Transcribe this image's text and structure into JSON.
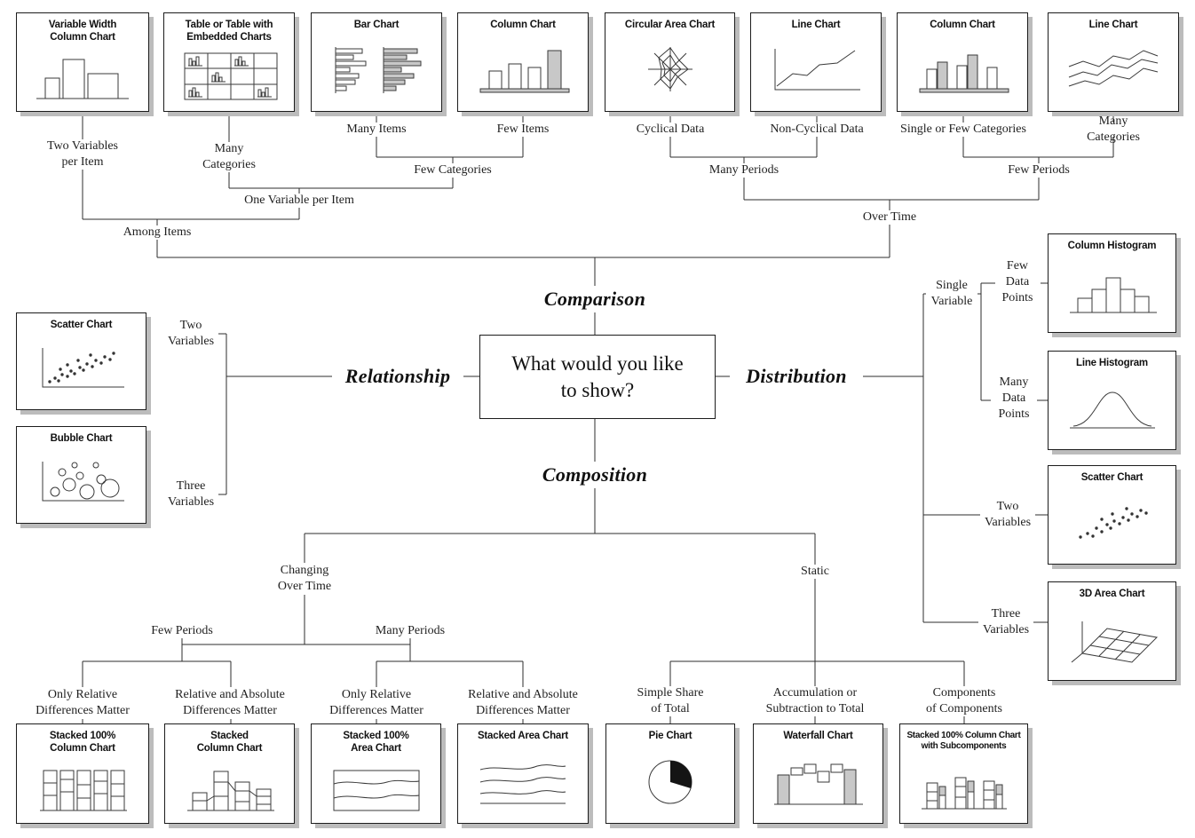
{
  "center": {
    "question": "What would you like\nto show?"
  },
  "branches": {
    "comparison": "Comparison",
    "relationship": "Relationship",
    "distribution": "Distribution",
    "composition": "Composition"
  },
  "charts": {
    "a1": {
      "title": "Variable Width\nColumn Chart"
    },
    "a2": {
      "title": "Table or Table with\nEmbedded Charts"
    },
    "a3": {
      "title": "Bar Chart"
    },
    "a4": {
      "title": "Column Chart"
    },
    "a5": {
      "title": "Circular Area Chart"
    },
    "a6": {
      "title": "Line Chart"
    },
    "a7": {
      "title": "Column Chart"
    },
    "a8": {
      "title": "Line Chart"
    },
    "b1": {
      "title": "Scatter Chart"
    },
    "b2": {
      "title": "Bubble Chart"
    },
    "c1": {
      "title": "Column Histogram"
    },
    "c2": {
      "title": "Line Histogram"
    },
    "c3": {
      "title": "Scatter Chart"
    },
    "c4": {
      "title": "3D Area Chart"
    },
    "d1": {
      "title": "Stacked 100%\nColumn Chart"
    },
    "d2": {
      "title": "Stacked\nColumn Chart"
    },
    "d3": {
      "title": "Stacked 100%\nArea Chart"
    },
    "d4": {
      "title": "Stacked Area Chart"
    },
    "d5": {
      "title": "Pie Chart"
    },
    "d6": {
      "title": "Waterfall Chart"
    },
    "d7": {
      "title": "Stacked 100% Column Chart\nwith Subcomponents"
    }
  },
  "labels": {
    "two_variables_per_item": "Two Variables\nper Item",
    "many_categories_top": "Many\nCategories",
    "many_items": "Many Items",
    "few_items": "Few Items",
    "cyclical_data": "Cyclical Data",
    "non_cyclical_data": "Non-Cyclical Data",
    "single_or_few_categories": "Single or Few Categories",
    "many_categories_right": "Many Categories",
    "few_categories": "Few Categories",
    "one_variable_per_item": "One Variable per Item",
    "among_items": "Among Items",
    "many_periods_top": "Many Periods",
    "few_periods_top": "Few Periods",
    "over_time": "Over Time",
    "two_variables_left": "Two\nVariables",
    "three_variables_left": "Three\nVariables",
    "single_variable": "Single\nVariable",
    "few_data_points": "Few\nData\nPoints",
    "many_data_points": "Many\nData\nPoints",
    "two_variables_right": "Two\nVariables",
    "three_variables_right": "Three\nVariables",
    "changing_over_time": "Changing\nOver Time",
    "static": "Static",
    "few_periods_bottom": "Few Periods",
    "many_periods_bottom": "Many Periods",
    "only_relative_diff_1": "Only Relative\nDifferences Matter",
    "relative_absolute_diff_1": "Relative and Absolute\nDifferences Matter",
    "only_relative_diff_2": "Only Relative\nDifferences Matter",
    "relative_absolute_diff_2": "Relative and Absolute\nDifferences Matter",
    "simple_share_of_total": "Simple Share\nof Total",
    "accumulation_subtraction": "Accumulation or\nSubtraction to Total",
    "components_of_components": "Components\nof Components"
  }
}
